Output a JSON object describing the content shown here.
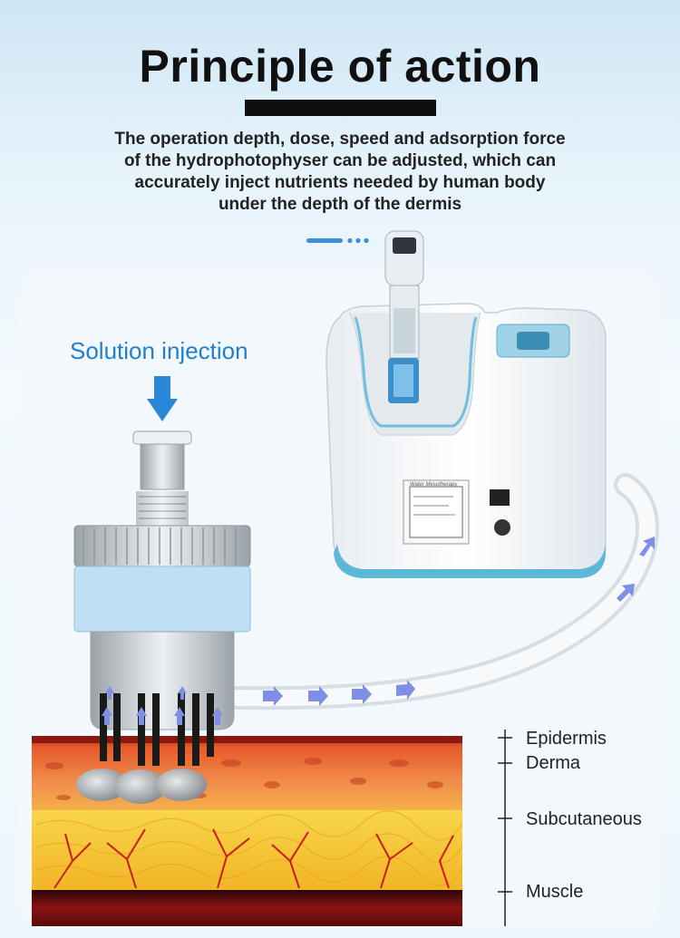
{
  "header": {
    "title": "Principle of action",
    "description": "The operation depth, dose, speed and adsorption force\nof the hydrophotophyser can be adjusted, which can\naccurately inject nutrients needed by human body\nunder the depth of the dermis"
  },
  "diagram": {
    "injection_label": "Solution injection",
    "device_brand": "Water Mesotherapy",
    "layers": [
      "Epidermis",
      "Derma",
      "Subcutaneous",
      "Muscle"
    ]
  },
  "colors": {
    "accent_blue": "#1f7fd0",
    "flow_arrow": "#7f8fe6",
    "skin_red": "#e25a2e",
    "fat_yellow": "#f5c23a",
    "muscle_red": "#7a1010"
  }
}
